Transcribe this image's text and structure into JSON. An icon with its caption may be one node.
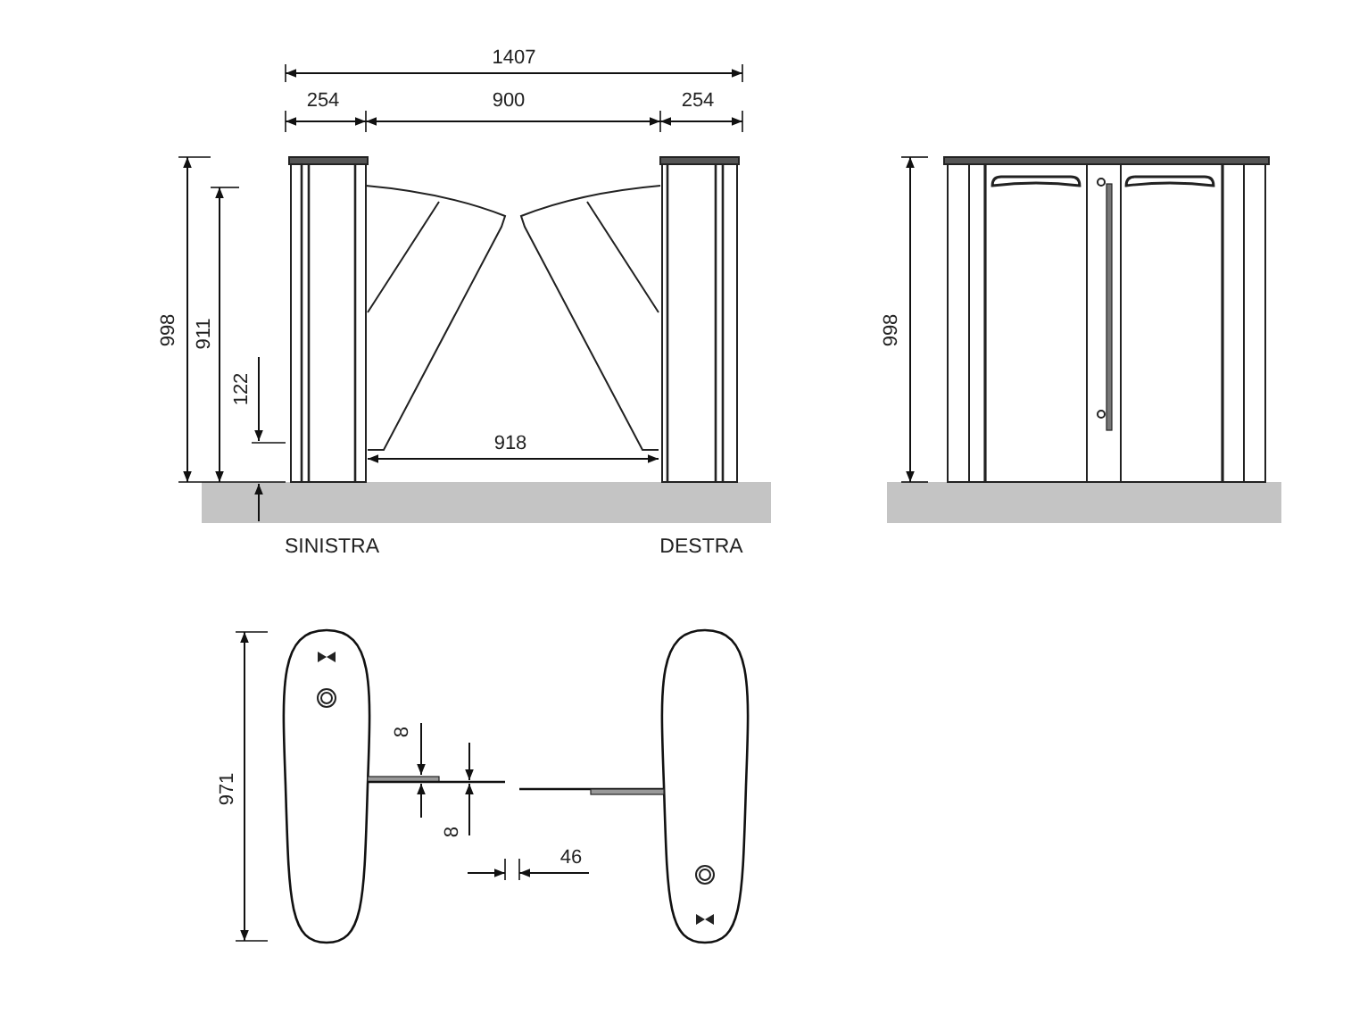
{
  "diagram": {
    "labels": [
      "1407",
      "254",
      "900",
      "254",
      "998",
      "911",
      "122",
      "918",
      "998",
      "SINISTRA",
      "DESTRA",
      "8",
      "971",
      "8",
      "46"
    ]
  }
}
